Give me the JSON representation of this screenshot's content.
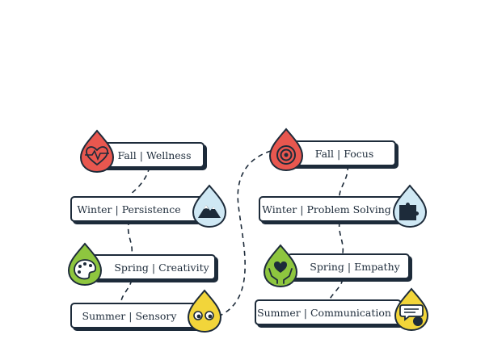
{
  "colors": {
    "outline": "#1d2b3a",
    "fall": "#e8574f",
    "winter": "#cfe8f4",
    "spring": "#8ec63f",
    "summer": "#f2d53a"
  },
  "separator": "|",
  "left_column": [
    {
      "season": "Fall",
      "skill": "Wellness",
      "icon": "heart-pulse-icon"
    },
    {
      "season": "Winter",
      "skill": "Persistence",
      "icon": "mountain-icon"
    },
    {
      "season": "Spring",
      "skill": "Creativity",
      "icon": "palette-icon"
    },
    {
      "season": "Summer",
      "skill": "Sensory",
      "icon": "eyes-icon"
    }
  ],
  "right_column": [
    {
      "season": "Fall",
      "skill": "Focus",
      "icon": "target-icon"
    },
    {
      "season": "Winter",
      "skill": "Problem Solving",
      "icon": "puzzle-icon"
    },
    {
      "season": "Spring",
      "skill": "Empathy",
      "icon": "heart-hands-icon"
    },
    {
      "season": "Summer",
      "skill": "Communication",
      "icon": "speech-bubbles-icon"
    }
  ]
}
